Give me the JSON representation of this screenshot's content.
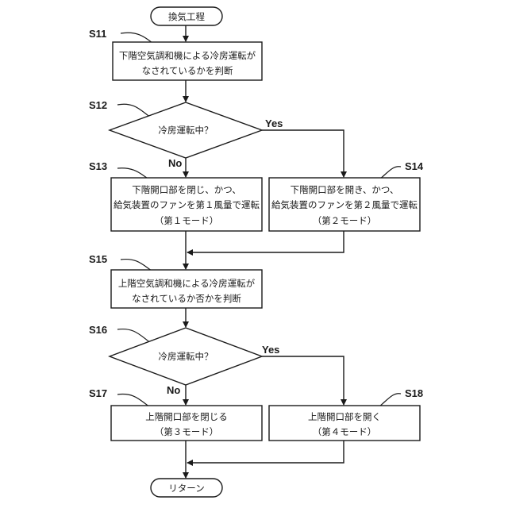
{
  "flowchart": {
    "start": {
      "text": "換気工程"
    },
    "end": {
      "text": "リターン"
    },
    "steps": {
      "s11": {
        "label": "S11",
        "lines": [
          "下階空気調和機による冷房運転が",
          "なされているかを判断"
        ]
      },
      "s12": {
        "label": "S12",
        "question": "冷房運転中？",
        "yes": "Yes",
        "no": "No"
      },
      "s13": {
        "label": "S13",
        "lines": [
          "下階開口部を閉じ、かつ、",
          "給気装置のファンを第１風量で運転",
          "（第１モード）"
        ]
      },
      "s14": {
        "label": "S14",
        "lines": [
          "下階開口部を開き、かつ、",
          "給気装置のファンを第２風量で運転",
          "（第２モード）"
        ]
      },
      "s15": {
        "label": "S15",
        "lines": [
          "上階空気調和機による冷房運転が",
          "なされているか否かを判断"
        ]
      },
      "s16": {
        "label": "S16",
        "question": "冷房運転中？",
        "yes": "Yes",
        "no": "No"
      },
      "s17": {
        "label": "S17",
        "lines": [
          "上階開口部を閉じる",
          "（第３モード）"
        ]
      },
      "s18": {
        "label": "S18",
        "lines": [
          "上階開口部を開く",
          "（第４モード）"
        ]
      }
    }
  }
}
